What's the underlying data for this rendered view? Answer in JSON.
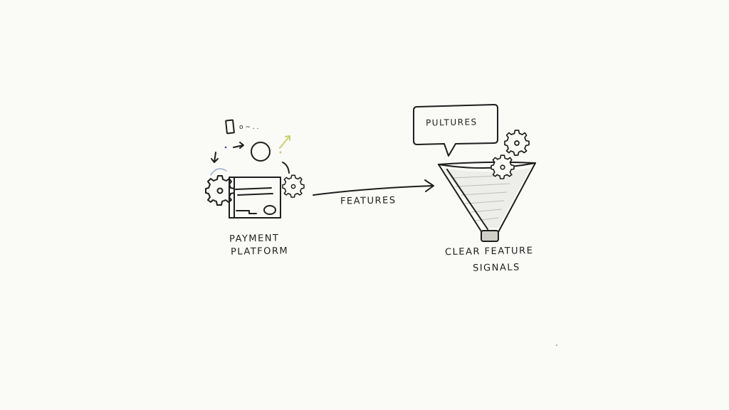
{
  "diagram": {
    "background": "#fafaf7",
    "ink": "#1e1e1e",
    "accent_yellow": "#c9d26a",
    "accent_blue": "#9fb0c8",
    "nodes": {
      "source": {
        "label_line1": "PAYMENT",
        "label_line2": "PLATFORM"
      },
      "edge": {
        "label": "FEATURES"
      },
      "speech_bubble": {
        "label": "PULTURES"
      },
      "target": {
        "label_line1": "CLEAR FEATURE",
        "label_line2": "SIGNALS"
      }
    }
  }
}
